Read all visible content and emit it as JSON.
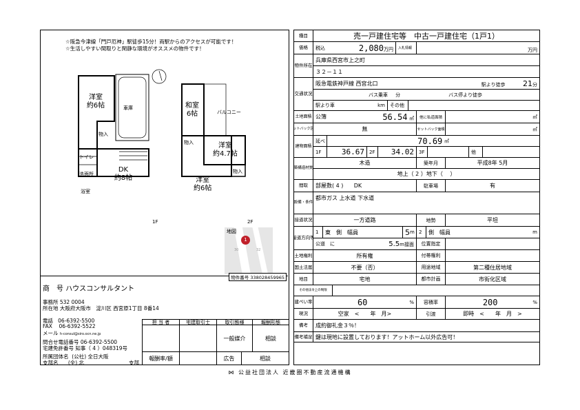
{
  "promo": [
    "☆阪急今津線「門戸厄神」駅徒歩15分！両駅からのアクセスが可能です！",
    "☆生活しやすい間取りと閑静な環境がオススメの物件です！"
  ],
  "plan": {
    "f1": {
      "label": "1F",
      "rooms": [
        "洋室\n約6帖",
        "車庫",
        "物入",
        "トイレ",
        "洗面所",
        "浴室",
        "DK\n約8帖"
      ]
    },
    "f2": {
      "label": "2F",
      "rooms": [
        "和室\n6帖",
        "バルコニー",
        "物入",
        "洋室\n約4.7帖",
        "物入",
        "洋室\n約6帖"
      ]
    }
  },
  "map": {
    "title": "地図",
    "labels": [
      "1",
      "30",
      "32"
    ]
  },
  "bukken_no": "物件番号 338028459965",
  "company": {
    "shogo_label": "商　号",
    "shogo": "ハウスコンサルタント",
    "office_label": "事務所",
    "zip": "532 0004",
    "addr_label": "所在地",
    "addr": "大阪府大阪市　淀川区 西宮原1丁目 8番14",
    "tel_label": "電話",
    "tel": "06-6392-5500",
    "fax_label": "FAX",
    "fax": "06-6392-5522",
    "mail_label": "メール",
    "mail": "h-consul@siro.ocn.ne.jp",
    "inq_label": "問合せ電話番号",
    "inq": "06-6392-5500",
    "license_label": "宅建免許番号",
    "license": "知事（ 4 ）048319号",
    "assoc_label": "所属団体名",
    "assoc": "(公社) 全日大阪",
    "branch_label": "支部名",
    "branch": "(全) 北",
    "branch_suffix": "支部"
  },
  "contact_table": {
    "headers": [
      "担 当 者",
      "宅建取引士",
      "取引態様",
      "報酬形態"
    ],
    "values": [
      "",
      "",
      "一般媒介",
      "相談"
    ],
    "bottom": [
      "報酬率/額",
      "",
      "広告",
      "相談"
    ]
  },
  "sheet": {
    "shumoku": {
      "label": "種目",
      "value": "売一戸建住宅等　中古一戸建住宅（1戸1）"
    },
    "price": {
      "label": "価格",
      "tax": "税込",
      "value": "2,080",
      "unit": "万円",
      "label2": "入札情報",
      "unit2": "万円"
    },
    "location": {
      "label": "物件所在",
      "line1": "兵庫県西宮市上之町",
      "line2": "３２－１１"
    },
    "access": {
      "label": "交通状況",
      "line": "阪急電鉄神戸線 西宮北口",
      "walk_label": "駅より徒歩",
      "walk": "21",
      "walk_unit": "分",
      "bus": "バス乗車",
      "bus_unit": "分",
      "busstop": "バス停より徒歩",
      "car": "駅より車",
      "car_unit": "km",
      "other": "その他"
    },
    "land": {
      "label": "土地面積",
      "kind": "公簿",
      "value": "56.54",
      "unit": "㎡",
      "label2": "他に私道面積",
      "unit2": "㎡"
    },
    "setback": {
      "label": "セットバック区分",
      "value": "無",
      "label2": "セットバック面積",
      "unit": "㎡"
    },
    "building": {
      "label": "建物面積",
      "total_label": "延べ",
      "total": "70.69",
      "unit": "㎡",
      "f1_label": "1F",
      "f1": "36.67",
      "f2_label": "2F",
      "f2": "34.02",
      "f3_label": "3F",
      "other_label": "他"
    },
    "structure": {
      "label": "建築構造材質等",
      "value": "木造",
      "label2": "築年月",
      "built": "平成8年 5月",
      "floors": "地上（ 2 ）地下（　 ）"
    },
    "layout": {
      "label": "間取",
      "rooms": "部屋数( 4 )",
      "type": "DK",
      "label2": "駐車場",
      "parking": "有"
    },
    "facilities": {
      "label": "設備・条件",
      "value": "都市ガス 上水道 下水道"
    },
    "road": {
      "label": "接道状況",
      "value": "一方道路",
      "label2": "地勢",
      "terrain": "平坦"
    },
    "road_dir": {
      "label": "接道方向等",
      "n1": "1",
      "dir1": "東　側　幅員",
      "w1": "5",
      "unit": "m",
      "n2": "2",
      "dir2": "側　幅員",
      "unit2": "m",
      "public": "公道　に",
      "contact": "5.5",
      "contact_unit": "m接面",
      "label2": "位置指定"
    },
    "land_right": {
      "label": "土地権利",
      "value": "所有権",
      "label2": "付帯権利"
    },
    "kokudo": {
      "label": "国土法届",
      "value": "不要（否）",
      "label2": "用途地域",
      "zone": "第二種住居地域"
    },
    "chimoku": {
      "label": "地目",
      "value": "宅地",
      "label2": "都市計画",
      "plan": "市街化区域"
    },
    "other_law": {
      "label": "その他法令上の制限"
    },
    "ratio": {
      "label": "建ぺい率",
      "value": "60",
      "unit": "%",
      "label2": "容積率",
      "far": "200"
    },
    "status": {
      "label": "現況",
      "value": "空家　<　　年　月>",
      "label2": "引渡",
      "handover": "即時　<　　年　月　>"
    },
    "remarks": {
      "label": "備考",
      "value": "成約御礼金３％！"
    },
    "remarks2": {
      "label": "備考補足",
      "value": "鍵は現地に設置しております！アットホーム以外広告可！"
    }
  },
  "footer": "公益社団法人 近畿圏不動産流通機構"
}
